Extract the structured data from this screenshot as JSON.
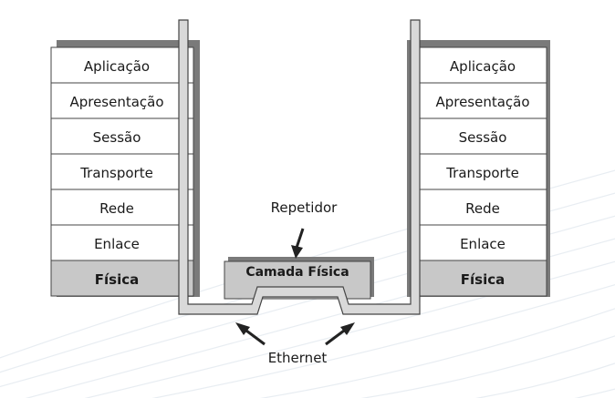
{
  "colors": {
    "background": "#ffffff",
    "layer_fill": "#ffffff",
    "physical_fill": "#c8c8c8",
    "border": "#444444",
    "shadow": "#7a7a7a",
    "cable_fill": "#d9d9d9",
    "arrow": "#222222",
    "decor_lines": "#e8edf2"
  },
  "left_stack": {
    "layers": [
      "Aplicação",
      "Apresentação",
      "Sessão",
      "Transporte",
      "Rede",
      "Enlace",
      "Física"
    ]
  },
  "right_stack": {
    "layers": [
      "Aplicação",
      "Apresentação",
      "Sessão",
      "Transporte",
      "Rede",
      "Enlace",
      "Física"
    ]
  },
  "repeater": {
    "label": "Repetidor",
    "layer_label": "Camada Física"
  },
  "medium": {
    "label": "Ethernet"
  }
}
